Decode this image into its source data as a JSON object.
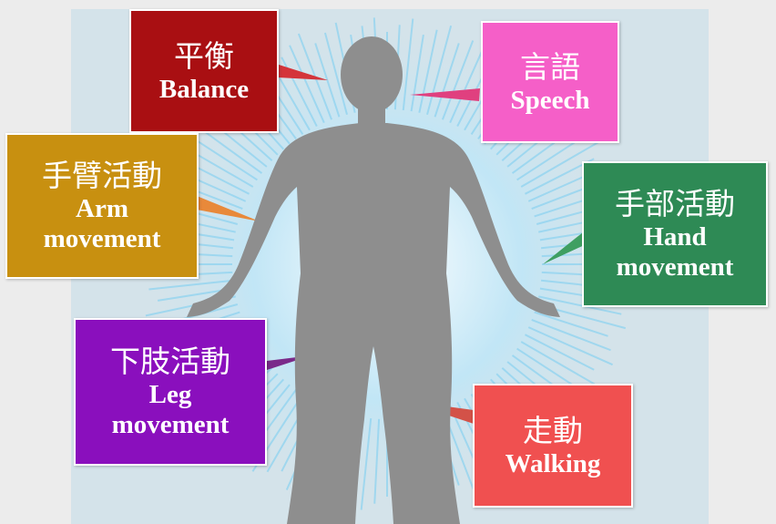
{
  "labels": {
    "balance": {
      "zh": "平衡",
      "en": "Balance",
      "color": "#a90f12"
    },
    "speech": {
      "zh": "言語",
      "en": "Speech",
      "color": "#f55fc8"
    },
    "arm": {
      "zh": "手臂活動",
      "en1": "Arm",
      "en2": "movement",
      "color": "#c89010"
    },
    "hand": {
      "zh": "手部活動",
      "en1": "Hand",
      "en2": "movement",
      "color": "#2e8a55"
    },
    "leg": {
      "zh": "下肢活動",
      "en1": "Leg",
      "en2": "movement",
      "color": "#8a0fbd"
    },
    "walking": {
      "zh": "走動",
      "en": "Walking",
      "color": "#f05050"
    }
  },
  "colors": {
    "panel": "#d4e3ea",
    "body_silhouette": "#8e8e8e",
    "burst": "#8fd3f0"
  }
}
